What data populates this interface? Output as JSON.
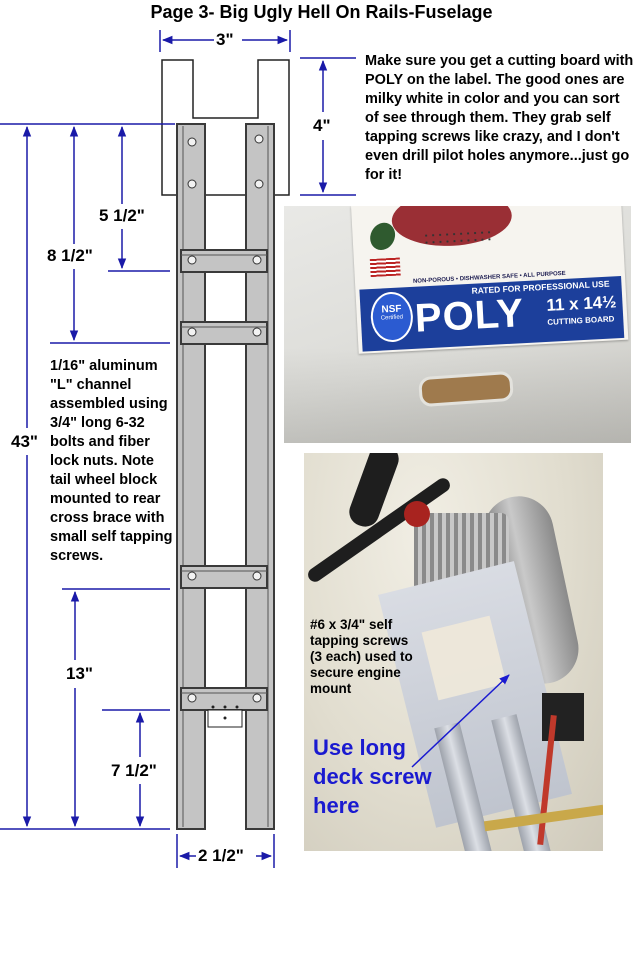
{
  "page": {
    "title": "Page 3- Big Ugly Hell On Rails-Fuselage"
  },
  "dimensions": {
    "top_width": "3\"",
    "top_height": "4\"",
    "first_brace": "5 1/2\"",
    "second_brace": "8 1/2\"",
    "overall_length": "43\"",
    "tail_section": "13\"",
    "tail_wheel": "7 1/2\"",
    "rail_width": "2 1/2\""
  },
  "notes": {
    "cutting_board": "Make sure you get a cutting board with POLY on the label. The good ones are milky white in color and you can sort of see through them. They grab self tapping screws like crazy, and I don't even drill pilot holes anymore...just go for it!",
    "channel": "1/16\" aluminum \"L\" channel assembled using 3/4\" long 6-32 bolts and fiber lock nuts. Note tail wheel block mounted to rear cross brace with small self tapping screws."
  },
  "cutting_board_photo": {
    "brand": "POLY",
    "badge": "NSF",
    "badge_sub": "Certified",
    "banner": "RATED FOR PROFESSIONAL USE",
    "size": "11 x 14½",
    "product": "CUTTING BOARD",
    "tagline": "NON-POROUS • DISHWASHER SAFE • ALL PURPOSE"
  },
  "engine_photo": {
    "screw_note": "#6 x 3/4\" self tapping screws (3 each) used to secure engine mount",
    "deck_screw": "Use long deck screw here"
  },
  "colors": {
    "rail": "#c4c4c4",
    "rail_edge": "#3a3a3a",
    "dim_line": "#1a1aa8",
    "blue_label": "#1a1ad0"
  }
}
